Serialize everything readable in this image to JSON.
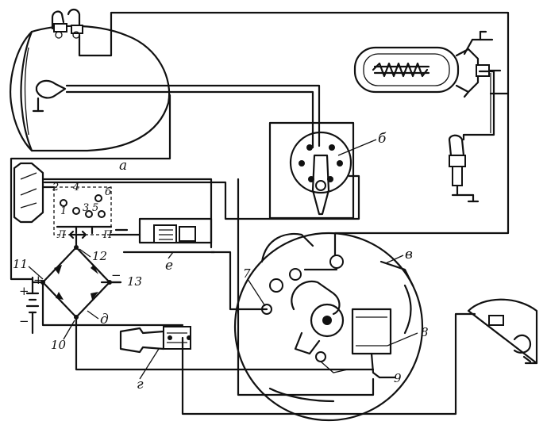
{
  "labels": {
    "a": "а",
    "b": "б",
    "v": "в",
    "g": "г",
    "d": "д",
    "e": "е",
    "n7": "7",
    "n8": "8",
    "n9": "9",
    "n10": "10",
    "n11": "11",
    "n12": "12",
    "n13": "13"
  },
  "switch_terminals": {
    "t1": "1",
    "t2": "2",
    "t3": "3",
    "t4": "4",
    "t5": "5",
    "t6": "б",
    "left": "Л",
    "right": "П"
  },
  "polarity": {
    "plus": "+",
    "minus": "−"
  }
}
